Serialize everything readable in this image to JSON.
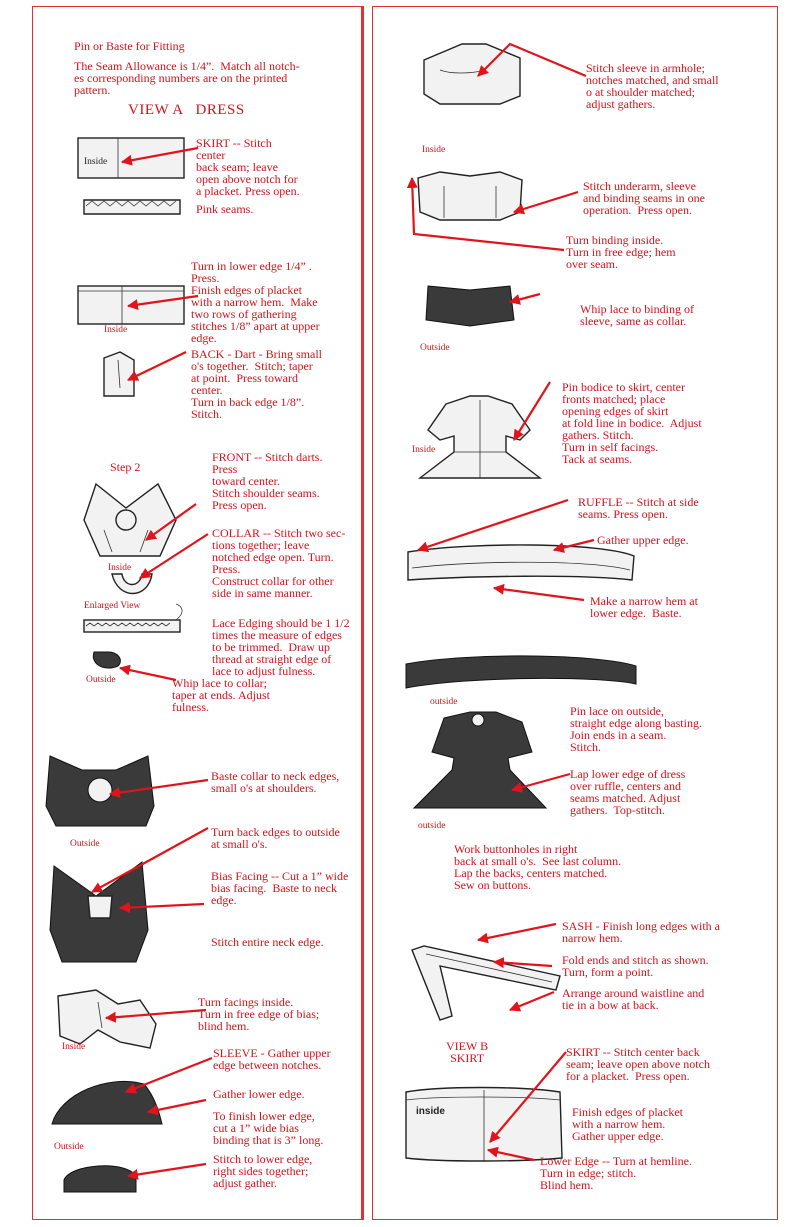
{
  "header": {
    "pin_baste": "Pin or Baste for Fitting",
    "seam_allowance": "The Seam Allowance is 1/4”.  Match all notch-\nes corresponding numbers are on the printed\npattern.",
    "view_a": "VIEW A   DRESS"
  },
  "left": {
    "skirt": "SKIRT -- Stitch\ncenter\nback seam; leave\nopen above notch for\na placket. Press open.",
    "pink": "Pink seams.",
    "turn_lower": "Turn in lower edge 1/4” .\nPress.\nFinish edges of placket\nwith a narrow hem.  Make\ntwo rows of gathering\nstitches 1/8” apart at upper\nedge.",
    "back_dart": "BACK - Dart - Bring small\no's together.  Stitch; taper\nat point.  Press toward\ncenter.\nTurn in back edge 1/8”.\nStitch.",
    "step2": "Step 2",
    "front": "FRONT -- Stitch darts.\nPress\ntoward center.\nStitch shoulder seams.\nPress open.",
    "collar": "COLLAR -- Stitch two sec-\ntions together; leave\nnotched edge open. Turn.\nPress.\nConstruct collar for other\nside in same manner.",
    "lace_edging": "Lace Edging should be 1 1/2\ntimes the measure of edges\nto be trimmed.  Draw up\nthread at straight edge of\nlace to adjust fulness.",
    "whip_collar": "Whip lace to collar;\ntaper at ends. Adjust\nfulness.",
    "baste_collar": "Baste collar to neck edges,\nsmall o's at shoulders.",
    "turn_back": "Turn back edges to outside\nat small o's.",
    "bias_facing": "Bias Facing -- Cut a 1” wide\nbias facing.  Baste to neck\nedge.",
    "stitch_neck": "Stitch entire neck edge.",
    "turn_facings": "Turn facings inside.\nTurn in free edge of bias;\nblind hem.",
    "sleeve": "SLEEVE - Gather upper\nedge between notches.",
    "gather_lower": "Gather lower edge.",
    "finish_lower": "To finish lower edge,\ncut a 1” wide bias\nbinding that is 3” long.",
    "stitch_lower": "Stitch to lower edge,\nright sides together;\nadjust gather."
  },
  "right": {
    "sleeve_armhole": "Stitch sleeve in armhole;\nnotches matched, and small\no at shoulder matched;\nadjust gathers.",
    "underarm": "Stitch underarm, sleeve\nand binding seams in one\noperation.  Press open.",
    "turn_binding": "Turn binding inside.\nTurn in free edge; hem\nover seam.",
    "whip_sleeve": "Whip lace to binding of\nsleeve, same as collar.",
    "pin_bodice": "Pin bodice to skirt, center\nfronts matched; place\nopening edges of skirt\nat fold line in bodice.  Adjust\ngathers. Stitch.\nTurn in self facings.\nTack at seams.",
    "ruffle": "RUFFLE -- Stitch at side\nseams. Press open.",
    "gather_upper": "Gather upper edge.",
    "narrow_hem": "Make a narrow hem at\nlower edge.  Baste.",
    "pin_lace": "Pin lace on outside,\nstraight edge along basting.\nJoin ends in a seam.\nStitch.",
    "lap_lower": "Lap lower edge of dress\nover ruffle, centers and\nseams matched. Adjust\ngathers.  Top-stitch.",
    "buttonholes": "Work buttonholes in right\nback at small o's.  See last column.\nLap the backs, centers matched.\nSew on buttons.",
    "sash": "SASH - Finish long edges with a\nnarrow hem.",
    "fold_ends": "Fold ends and stitch as shown.\nTurn, form a point.",
    "arrange": "Arrange around waistline and\ntie in a bow at back.",
    "view_b": "VIEW B\nSKIRT",
    "skirt_b": "SKIRT -- Stitch center back\nseam; leave open above notch\nfor a placket.  Press open.",
    "finish_placket": "Finish edges of placket\nwith a narrow hem.\nGather upper edge.",
    "lower_edge": "Lower Edge -- Turn at hemline.\nTurn in edge; stitch.\nBlind hem."
  },
  "labels": {
    "inside": "Inside",
    "inside_lower": "inside",
    "outside": "Outside",
    "outside_lower": "outside",
    "enlarged": "Enlarged View"
  },
  "colors": {
    "text": "#d4121c",
    "rule": "#e03030",
    "sketch": "#222222"
  }
}
